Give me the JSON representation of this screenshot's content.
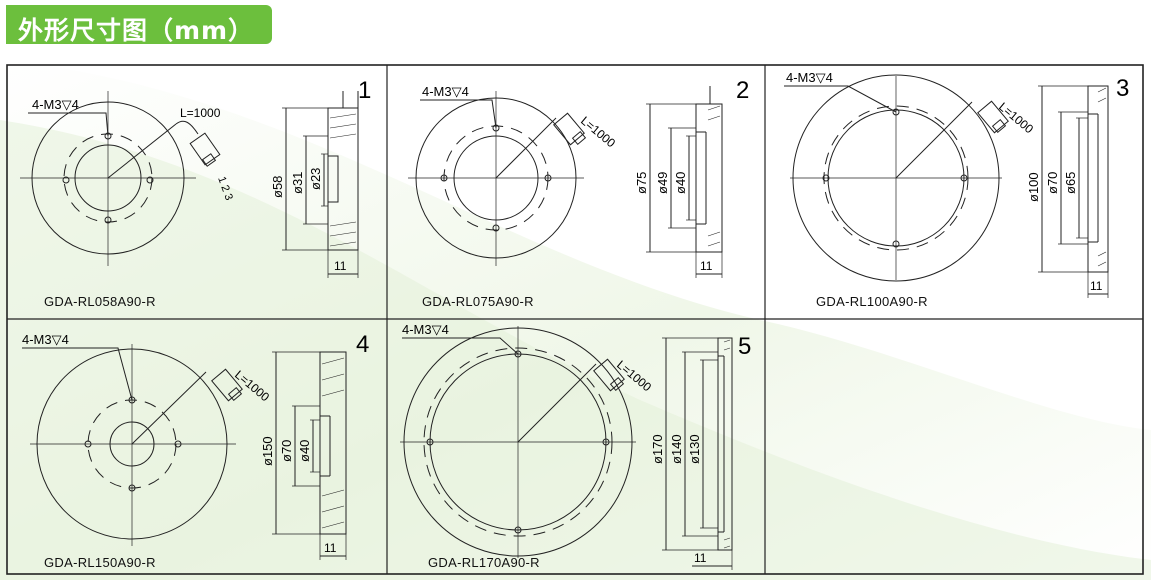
{
  "title": "外形尺寸图（mm）",
  "colors": {
    "accent": "#6cbf3d",
    "line": "#222222",
    "wash": "#eaf3df"
  },
  "panels": [
    {
      "number": "1",
      "model": "GDA-RL058A90-R",
      "thread": "4-M3▽4",
      "cable": "L=1000",
      "pins": "1 2 3",
      "d_outer": "ø58",
      "d_mid": "ø31",
      "d_inner": "ø23",
      "thickness": "11"
    },
    {
      "number": "2",
      "model": "GDA-RL075A90-R",
      "thread": "4-M3▽4",
      "cable": "L=1000",
      "d_outer": "ø75",
      "d_mid": "ø49",
      "d_inner": "ø40",
      "thickness": "11"
    },
    {
      "number": "3",
      "model": "GDA-RL100A90-R",
      "thread": "4-M3▽4",
      "cable": "L=1000",
      "d_outer": "ø100",
      "d_mid": "ø70",
      "d_inner": "ø65",
      "thickness": "11"
    },
    {
      "number": "4",
      "model": "GDA-RL150A90-R",
      "thread": "4-M3▽4",
      "cable": "L=1000",
      "d_outer": "ø150",
      "d_mid": "ø70",
      "d_inner": "ø40",
      "thickness": "11"
    },
    {
      "number": "5",
      "model": "GDA-RL170A90-R",
      "thread": "4-M3▽4",
      "cable": "L=1000",
      "d_outer": "ø170",
      "d_mid": "ø140",
      "d_inner": "ø130",
      "thickness": "11"
    }
  ]
}
